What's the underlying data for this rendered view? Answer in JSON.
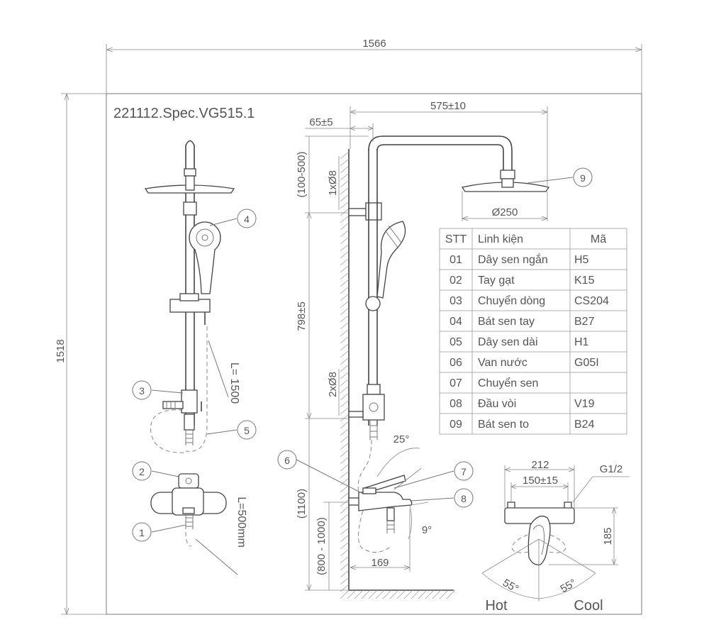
{
  "spec_code": "221112.Spec.VG515.1",
  "dimensions": {
    "overall_width": "1566",
    "overall_height": "1518",
    "arm_length": "575±10",
    "wall_offset": "65±5",
    "top_range": "(100-500)",
    "top_connector": "1xØ8",
    "head_diameter": "Ø250",
    "riser_height": "798±5",
    "lower_connector": "2xØ8",
    "valve_height": "(1100)",
    "floor_range": "(800 - 1000)",
    "spout_length": "169",
    "hose_long": "L= 1500",
    "hose_short": "L=500mm",
    "angle_lever": "25°",
    "angle_spout": "9°",
    "valve_width": "212",
    "valve_centers": "150±15",
    "thread": "G1/2",
    "valve_depth": "185",
    "angle_hot": "55°",
    "angle_cool": "55°"
  },
  "labels": {
    "hot": "Hot",
    "cool": "Cool"
  },
  "callouts": [
    "1",
    "2",
    "3",
    "4",
    "5",
    "6",
    "7",
    "8",
    "9"
  ],
  "parts_table": {
    "headers": [
      "STT",
      "Linh kiện",
      "Mã"
    ],
    "rows": [
      [
        "01",
        "Dây sen ngắn",
        "H5"
      ],
      [
        "02",
        "Tay gạt",
        "K15"
      ],
      [
        "03",
        "Chuyển dòng",
        "CS204"
      ],
      [
        "04",
        "Bát sen tay",
        "B27"
      ],
      [
        "05",
        "Dây sen dài",
        "H1"
      ],
      [
        "06",
        "Van nước",
        "G05I"
      ],
      [
        "07",
        "Chuyển sen",
        ""
      ],
      [
        "08",
        "Đầu vòi",
        "V19"
      ],
      [
        "09",
        "Bát sen to",
        "B24"
      ]
    ]
  }
}
